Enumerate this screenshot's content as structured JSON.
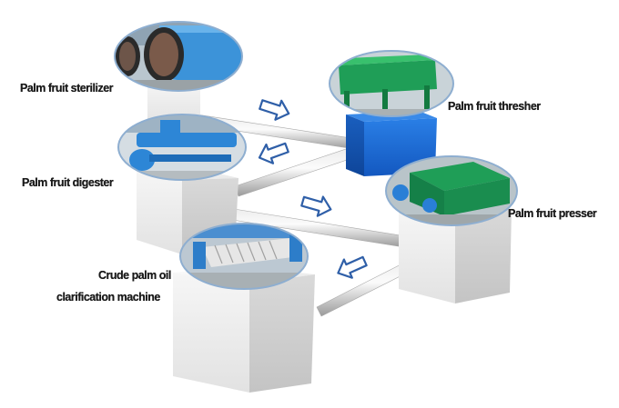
{
  "stages": [
    {
      "id": "sterilizer",
      "label": "Palm fruit sterilizer",
      "box_color": "white",
      "photo": "sterilizer-photo"
    },
    {
      "id": "thresher",
      "label": "Palm fruit thresher",
      "box_color": "blue",
      "photo": "thresher-photo"
    },
    {
      "id": "digester",
      "label": "Palm fruit digester",
      "box_color": "white",
      "photo": "digester-photo"
    },
    {
      "id": "presser",
      "label": "Palm fruit presser",
      "box_color": "white",
      "photo": "presser-photo"
    },
    {
      "id": "clarification",
      "label_line1": "Crude palm oil",
      "label_line2": "clarification machine",
      "box_color": "white",
      "photo": "clarification-photo"
    }
  ],
  "flow": [
    "sterilizer",
    "thresher",
    "digester",
    "presser",
    "clarification"
  ],
  "colors": {
    "arrow_fill": "#ffffff",
    "arrow_stroke": "#2f5fa8",
    "blue_box": "#1f6fd6",
    "white_box": "#f3f3f3",
    "pipe": "#c9c9c9"
  }
}
